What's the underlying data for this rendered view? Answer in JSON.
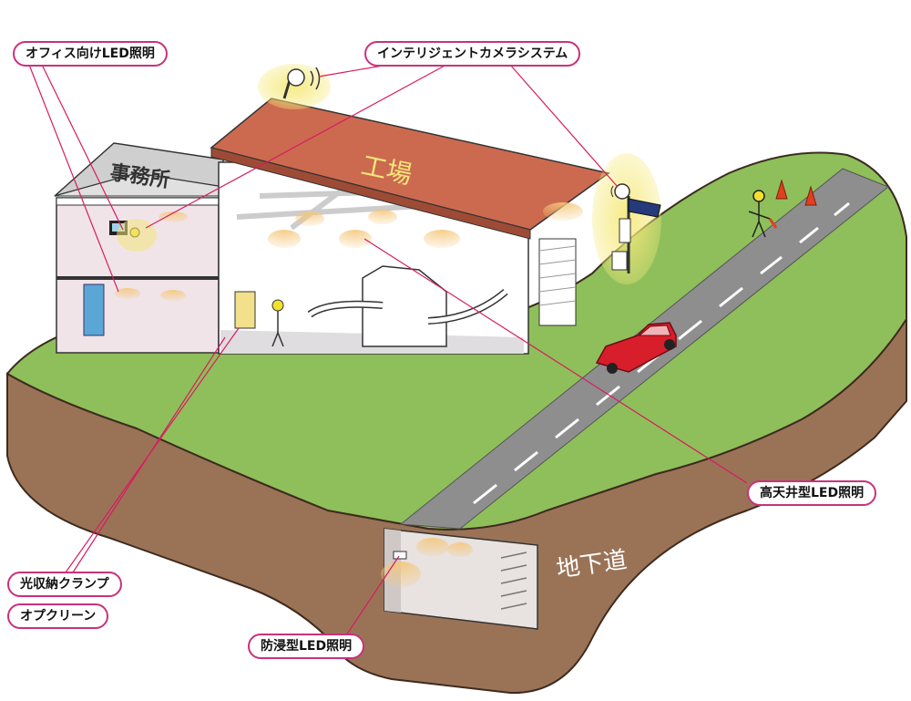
{
  "labels": {
    "office_building": "事務所",
    "factory": "工場",
    "tunnel": "地下道"
  },
  "callouts": {
    "office_led": "オフィス向けLED照明",
    "camera_system": "インテリジェントカメラシステム",
    "high_ceiling_led": "高天井型LED照明",
    "light_storage_clamp": "光収納クランプ",
    "opclean": "オプクリーン",
    "waterproof_led": "防浸型LED照明"
  },
  "colors": {
    "callout_border": "#c8327a",
    "leader_line": "#d81b60",
    "grass": "#8fbf5a",
    "soil": "#9a7357",
    "road": "#8e8e8e",
    "factory_roof": "#cc6a50",
    "car": "#d81e2b",
    "light_glow": "#f2e67a"
  }
}
